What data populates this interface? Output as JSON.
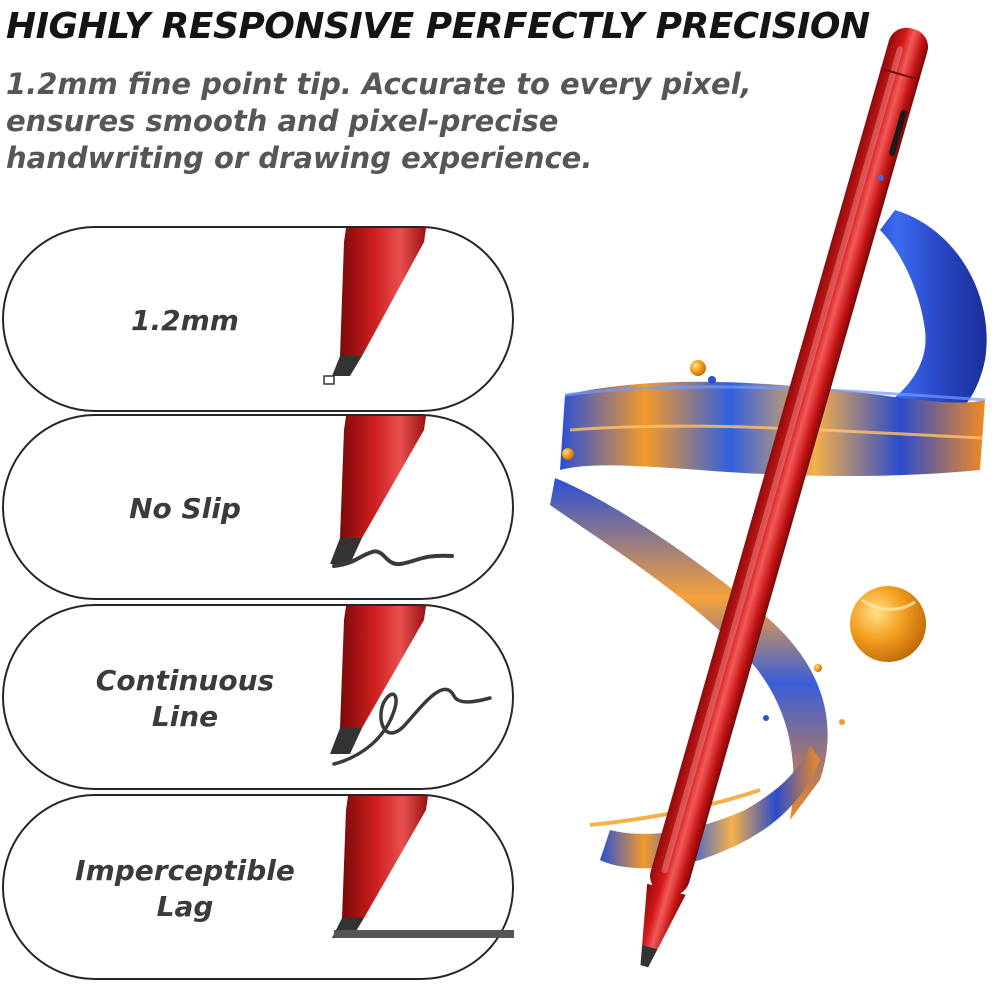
{
  "headline": "HIGHLY RESPONSIVE PERFECTLY PRECISION",
  "subheadline": [
    "1.2mm fine point tip. Accurate to every pixel,",
    "ensures smooth and pixel-precise",
    "handwriting or drawing experience."
  ],
  "features": [
    {
      "lines": [
        "1.2mm"
      ]
    },
    {
      "lines": [
        "No Slip"
      ]
    },
    {
      "lines": [
        "Continuous",
        "Line"
      ]
    },
    {
      "lines": [
        "Imperceptible",
        "Lag"
      ]
    }
  ],
  "colors": {
    "pen_red": "#d41a1a",
    "paint_blue": "#2c4fd6",
    "paint_orange": "#f39a2a",
    "text_dark": "#141414",
    "text_grey": "#565656"
  }
}
